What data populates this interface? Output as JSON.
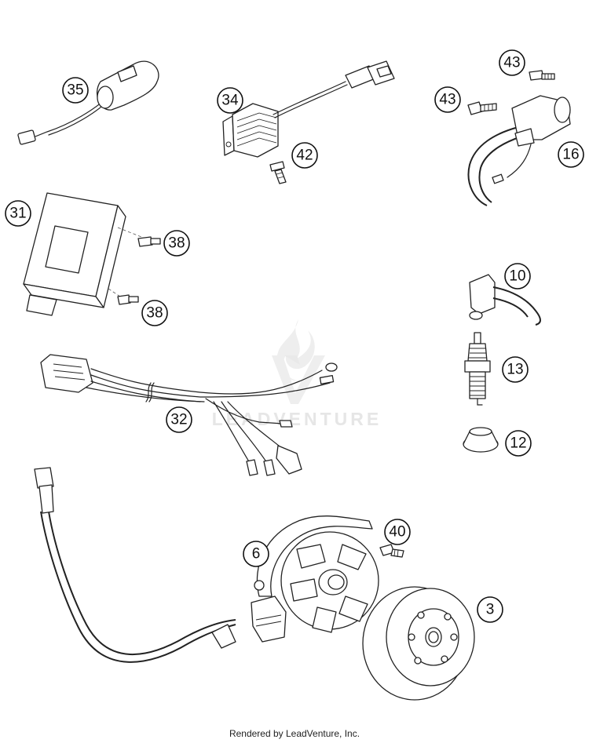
{
  "callouts": [
    {
      "id": "35",
      "label": "35"
    },
    {
      "id": "34",
      "label": "34"
    },
    {
      "id": "42",
      "label": "42"
    },
    {
      "id": "43a",
      "label": "43"
    },
    {
      "id": "43b",
      "label": "43"
    },
    {
      "id": "16",
      "label": "16"
    },
    {
      "id": "31",
      "label": "31"
    },
    {
      "id": "38a",
      "label": "38"
    },
    {
      "id": "38b",
      "label": "38"
    },
    {
      "id": "10",
      "label": "10"
    },
    {
      "id": "13",
      "label": "13"
    },
    {
      "id": "12",
      "label": "12"
    },
    {
      "id": "32",
      "label": "32"
    },
    {
      "id": "40",
      "label": "40"
    },
    {
      "id": "6",
      "label": "6"
    },
    {
      "id": "3",
      "label": "3"
    }
  ],
  "watermark": {
    "text": "LEADVENTURE"
  },
  "footer": {
    "text": "Rendered by LeadVenture, Inc."
  }
}
